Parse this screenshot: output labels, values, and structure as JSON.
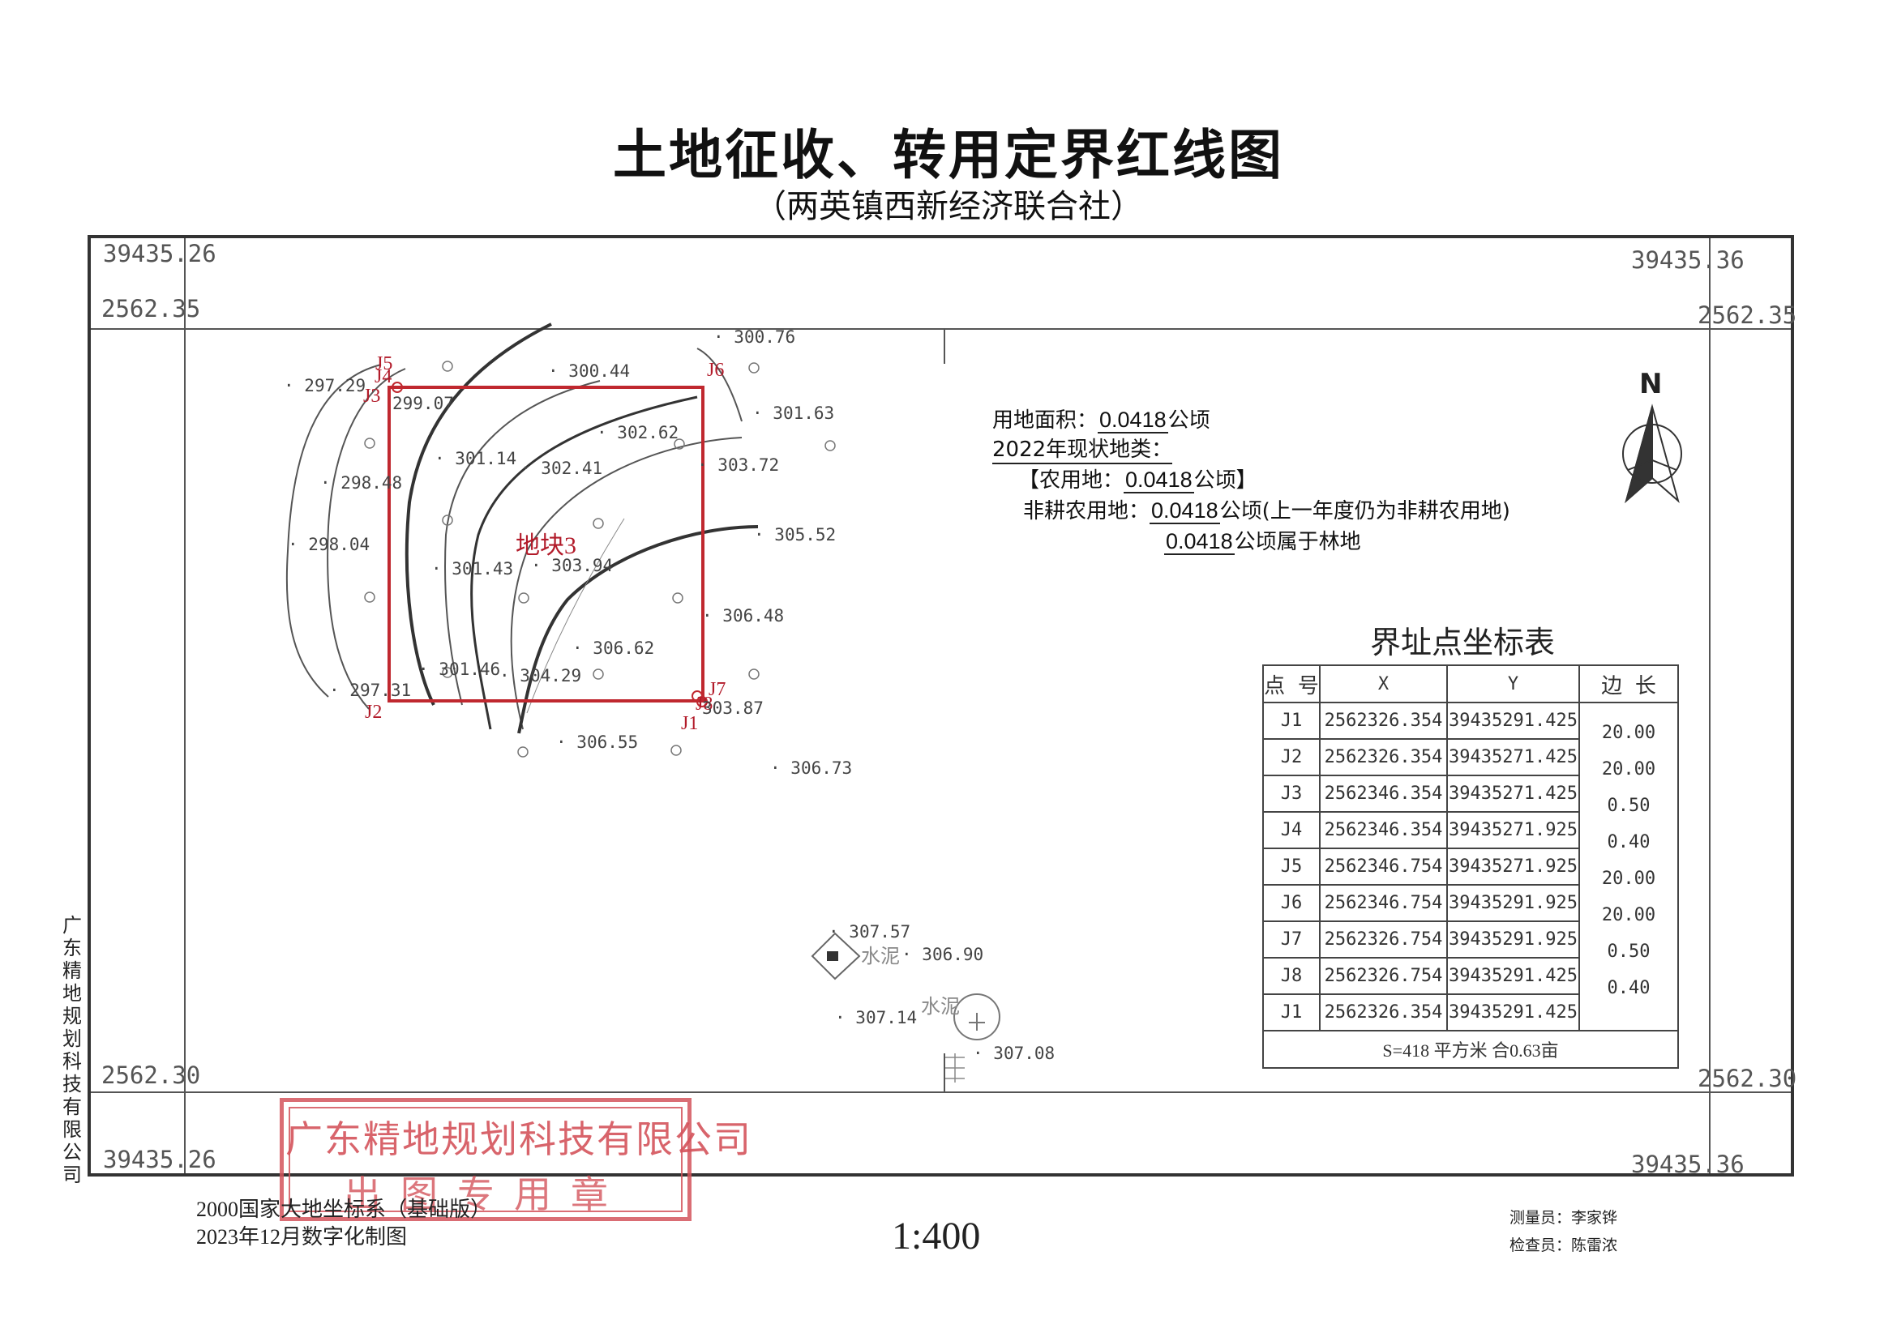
{
  "header": {
    "title": "土地征收、转用定界红线图",
    "subtitle": "（两英镇西新经济联合社）"
  },
  "grid": {
    "top_left_x": "39435.26",
    "top_right_x": "39435.36",
    "top_left_y": "2562.35",
    "top_right_y": "2562.35",
    "bottom_left_y": "2562.30",
    "bottom_right_y": "2562.30",
    "bottom_left_x": "39435.26",
    "bottom_right_x": "39435.36"
  },
  "north": {
    "label": "N"
  },
  "parcel": {
    "label": "地块3",
    "stroke": "#c0282f"
  },
  "points": {
    "j1": "J1",
    "j2": "J2",
    "j3": "J3",
    "j4": "J4",
    "j5": "J5",
    "j6": "J6",
    "j7": "J7",
    "j8": "J8"
  },
  "elevations": [
    "300.76",
    "297.29",
    "299.07",
    "300.44",
    "301.63",
    "302.62",
    "301.14",
    "302.41",
    "303.72",
    "298.48",
    "298.04",
    "305.52",
    "303.94",
    "301.43",
    "306.48",
    "306.62",
    "301.46",
    "304.29",
    "297.31",
    "303.87",
    "306.55",
    "306.73",
    "307.57",
    "306.90",
    "307.14",
    "307.08"
  ],
  "map_labels": {
    "cement_1": "水泥",
    "cement_2": "水泥"
  },
  "info": {
    "area_label": "用地面积：",
    "area_value": "0.0418",
    "area_unit": "公顷",
    "status_label": "2022年现状地类：",
    "agri_open": "【农用地：",
    "agri_value": "0.0418",
    "agri_close": "公顷】",
    "nonfarm_label": "非耕农用地：",
    "nonfarm_value": "0.0418",
    "nonfarm_unit": "公顷(上一年度仍为非耕农用地)",
    "forest_value": "0.0418",
    "forest_text": "公顷属于林地"
  },
  "coord_table": {
    "title": "界址点坐标表",
    "headers": [
      "点 号",
      "X",
      "Y",
      "边 长"
    ],
    "rows": [
      {
        "pt": "J1",
        "x": "2562326.354",
        "y": "39435291.425"
      },
      {
        "pt": "J2",
        "x": "2562326.354",
        "y": "39435271.425"
      },
      {
        "pt": "J3",
        "x": "2562346.354",
        "y": "39435271.425"
      },
      {
        "pt": "J4",
        "x": "2562346.354",
        "y": "39435271.925"
      },
      {
        "pt": "J5",
        "x": "2562346.754",
        "y": "39435271.925"
      },
      {
        "pt": "J6",
        "x": "2562346.754",
        "y": "39435291.925"
      },
      {
        "pt": "J7",
        "x": "2562326.754",
        "y": "39435291.925"
      },
      {
        "pt": "J8",
        "x": "2562326.754",
        "y": "39435291.425"
      },
      {
        "pt": "J1",
        "x": "2562326.354",
        "y": "39435291.425"
      }
    ],
    "sides": [
      "20.00",
      "20.00",
      "0.50",
      "0.40",
      "20.00",
      "20.00",
      "0.50",
      "0.40"
    ],
    "summary": "S=418 平方米 合0.63亩"
  },
  "side_company": "广东精地规划科技有限公司",
  "stamp": {
    "line1": "广东精地规划科技有限公司",
    "line2": "出图专用章"
  },
  "footer": {
    "crs": "2000国家大地坐标系（基础版）",
    "date": "2023年12月数字化制图",
    "scale": "1:400",
    "surveyor": "测量员：李家铧",
    "checker": "检查员：陈雷浓"
  }
}
